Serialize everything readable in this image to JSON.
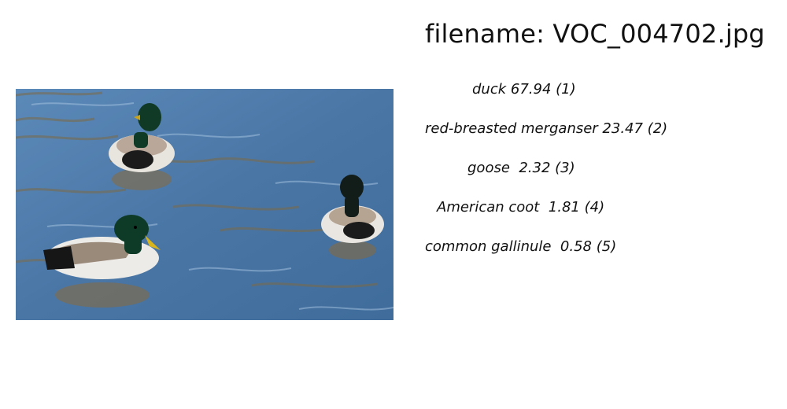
{
  "title": "filename: VOC_004702.jpg",
  "image": {
    "subject": "three mallard ducks swimming on blue water"
  },
  "predictions": [
    {
      "text": "duck 67.94 (1)"
    },
    {
      "text": "red-breasted merganser 23.47 (2)"
    },
    {
      "text": "goose  2.32 (3)"
    },
    {
      "text": "American coot  1.81 (4)"
    },
    {
      "text": "common gallinule  0.58 (5)"
    }
  ]
}
